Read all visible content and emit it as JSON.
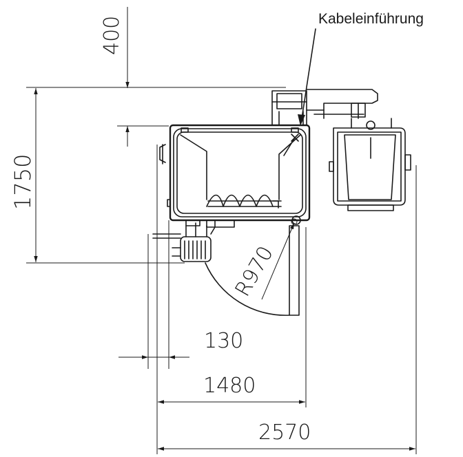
{
  "labels": {
    "cable_entry": "Kabeleinführung"
  },
  "dimensions": {
    "top_offset": "400",
    "height": "1750",
    "radius": "R970",
    "wall_offset": "130",
    "body_width": "1480",
    "total_width": "2570"
  }
}
